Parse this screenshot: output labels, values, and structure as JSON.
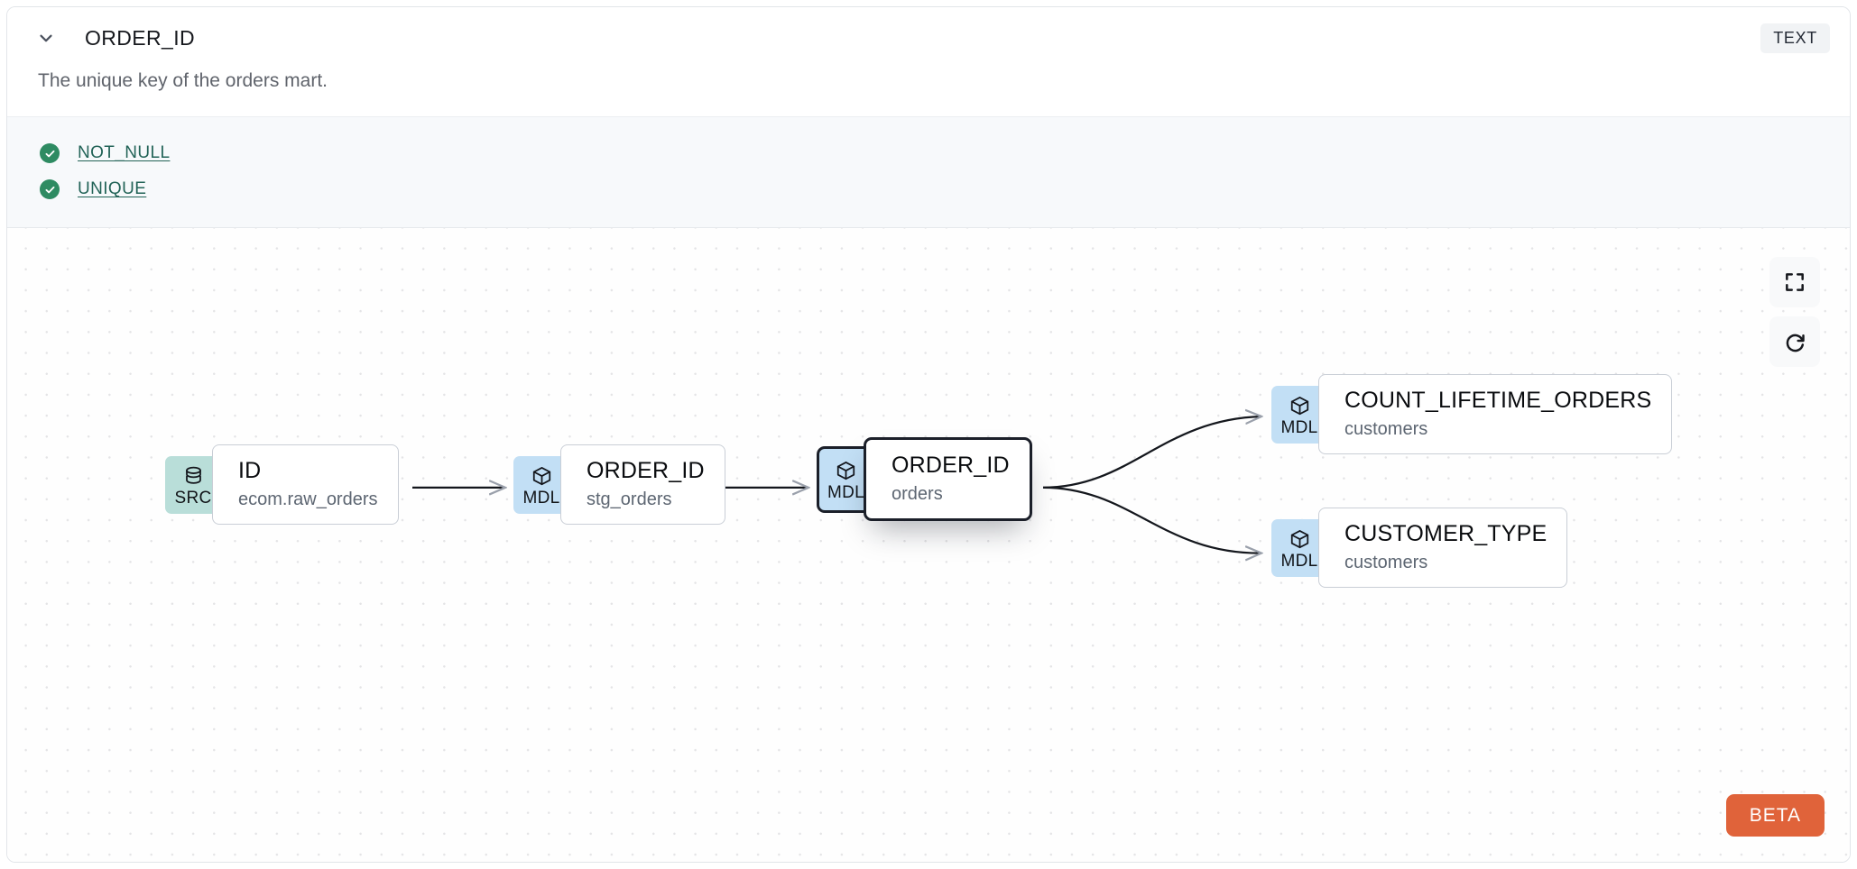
{
  "header": {
    "collapse_icon": "chevron-down-icon",
    "column_name": "ORDER_ID",
    "type_badge": "TEXT"
  },
  "description": "The unique key of the orders mart.",
  "tests": {
    "items": [
      {
        "status_icon": "check-circle-icon",
        "label": "NOT_NULL",
        "status": "passed"
      },
      {
        "status_icon": "check-circle-icon",
        "label": "UNIQUE",
        "status": "passed"
      }
    ]
  },
  "lineage": {
    "nodes": [
      {
        "id": "src-id",
        "kind": "SRC",
        "kind_icon": "database-icon",
        "name": "ID",
        "subtitle": "ecom.raw_orders",
        "selected": false,
        "badge_color": "#b9ded9"
      },
      {
        "id": "mdl-stg-order-id",
        "kind": "MDL",
        "kind_icon": "cube-icon",
        "name": "ORDER_ID",
        "subtitle": "stg_orders",
        "selected": false,
        "badge_color": "#c2dff5"
      },
      {
        "id": "mdl-orders-order-id",
        "kind": "MDL",
        "kind_icon": "cube-icon",
        "name": "ORDER_ID",
        "subtitle": "orders",
        "selected": true,
        "badge_color": "#c2dff5"
      },
      {
        "id": "mdl-count-lifetime-orders",
        "kind": "MDL",
        "kind_icon": "cube-icon",
        "name": "COUNT_LIFETIME_ORDERS",
        "subtitle": "customers",
        "selected": false,
        "badge_color": "#c2dff5"
      },
      {
        "id": "mdl-customer-type",
        "kind": "MDL",
        "kind_icon": "cube-icon",
        "name": "CUSTOMER_TYPE",
        "subtitle": "customers",
        "selected": false,
        "badge_color": "#c2dff5"
      }
    ],
    "edges": [
      {
        "from": "src-id",
        "to": "mdl-stg-order-id"
      },
      {
        "from": "mdl-stg-order-id",
        "to": "mdl-orders-order-id"
      },
      {
        "from": "mdl-orders-order-id",
        "to": "mdl-count-lifetime-orders"
      },
      {
        "from": "mdl-orders-order-id",
        "to": "mdl-customer-type"
      }
    ],
    "controls": [
      {
        "id": "fit-view",
        "icon": "fullscreen-icon"
      },
      {
        "id": "refresh",
        "icon": "refresh-icon"
      }
    ],
    "beta_badge": "BETA"
  },
  "colors": {
    "src_badge": "#b9ded9",
    "mdl_badge": "#c2dff5",
    "test_pass": "#2e8b62",
    "test_link": "#226357",
    "beta": "#e0633a",
    "selected_border": "#1b1f29"
  }
}
